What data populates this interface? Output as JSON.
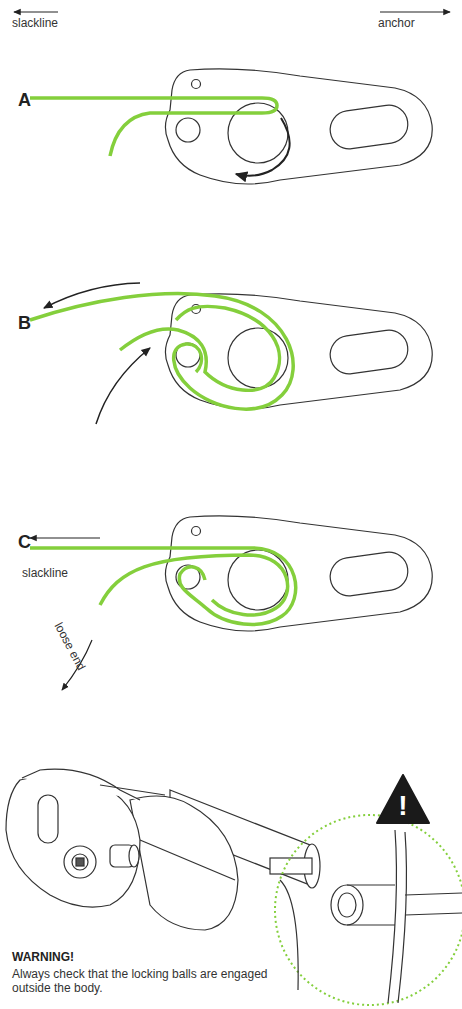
{
  "diagram": {
    "nodes": [
      {
        "text": [
          "!"
        ]
      }
    ],
    "labels": [
      "slackline",
      "anchor",
      "A",
      "B",
      "C",
      "slackline",
      "loose end",
      "WARNING!",
      "Always check that the locking balls are engaged outside the body."
    ]
  }
}
